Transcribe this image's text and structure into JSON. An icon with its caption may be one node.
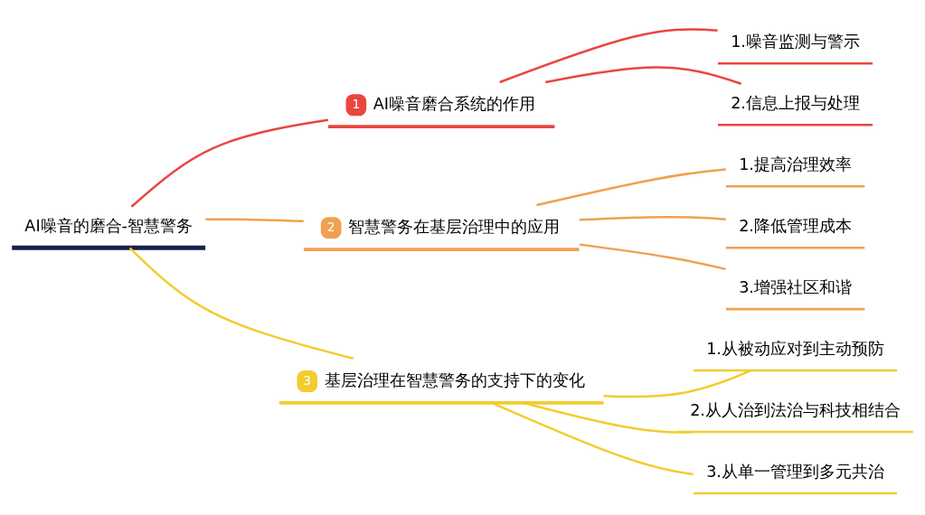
{
  "diagram": {
    "nodes": [
      {
        "text": [
          "AI噪音的磨合-智慧警务"
        ]
      },
      {
        "text": [
          "1",
          "AI噪音磨合系统的作用"
        ]
      },
      {
        "text": [
          "2",
          "智慧警务在基层治理中的应用"
        ]
      },
      {
        "text": [
          "3",
          "基层治理在智慧警务的支持下的变化"
        ]
      },
      {
        "text": [
          "1.噪音监测与警示"
        ]
      },
      {
        "text": [
          "2.信息上报与处理"
        ]
      },
      {
        "text": [
          "1.提高治理效率"
        ]
      },
      {
        "text": [
          "2.降低管理成本"
        ]
      },
      {
        "text": [
          "3.增强社区和谐"
        ]
      },
      {
        "text": [
          "1.从被动应对到主动预防"
        ]
      },
      {
        "text": [
          "2.从人治到法治与科技相结合"
        ]
      },
      {
        "text": [
          "3.从单一管理到多元共治"
        ]
      }
    ],
    "edges": [
      {
        "from": 0,
        "to": 1,
        "arrow": "none",
        "color": "#e8473f"
      },
      {
        "from": 0,
        "to": 2,
        "arrow": "none",
        "color": "#f0a050"
      },
      {
        "from": 0,
        "to": 3,
        "arrow": "none",
        "color": "#f2cc30"
      },
      {
        "from": 1,
        "to": 4,
        "arrow": "none",
        "color": "#e8473f"
      },
      {
        "from": 1,
        "to": 5,
        "arrow": "none",
        "color": "#e8473f"
      },
      {
        "from": 2,
        "to": 6,
        "arrow": "none",
        "color": "#f0a050"
      },
      {
        "from": 2,
        "to": 7,
        "arrow": "none",
        "color": "#f0a050"
      },
      {
        "from": 2,
        "to": 8,
        "arrow": "none",
        "color": "#f0a050"
      },
      {
        "from": 3,
        "to": 9,
        "arrow": "none",
        "color": "#f2cc30"
      },
      {
        "from": 3,
        "to": 10,
        "arrow": "none",
        "color": "#f2cc30"
      },
      {
        "from": 3,
        "to": 11,
        "arrow": "none",
        "color": "#f2cc30"
      }
    ]
  }
}
